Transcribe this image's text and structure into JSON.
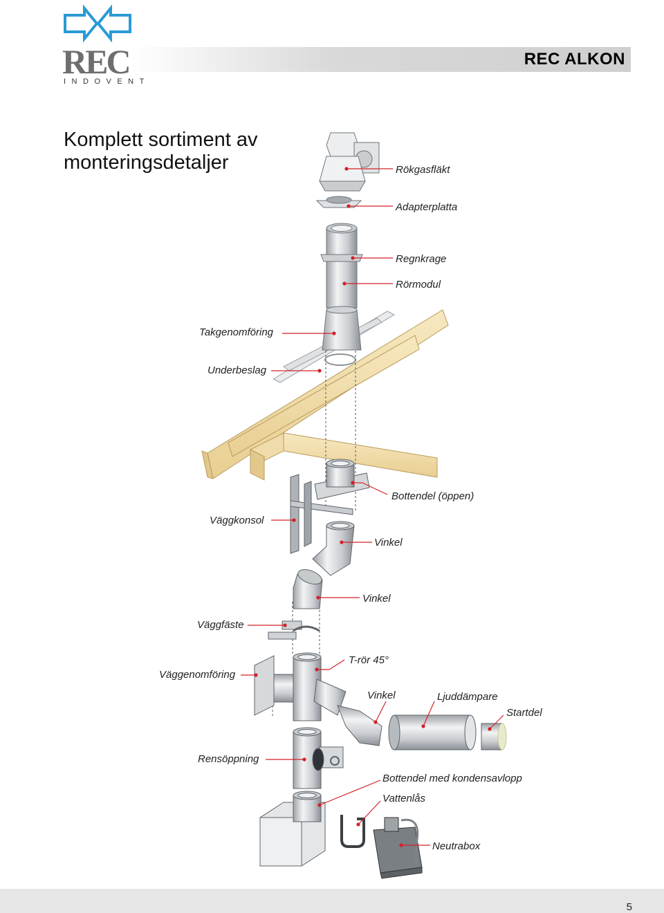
{
  "header": {
    "brand_name": "REC",
    "brand_sub": "INDOVENT",
    "product_name": "REC ALKON"
  },
  "title": {
    "line1": "Komplett sortiment av",
    "line2": "monteringsdetaljer"
  },
  "labels": {
    "rokgasflakt": "Rökgasfläkt",
    "adapterplatta": "Adapterplatta",
    "regnkrage": "Regnkrage",
    "rormodul": "Rörmodul",
    "takgenomforing": "Takgenomföring",
    "underbeslag": "Underbeslag",
    "bottendel_oppen": "Bottendel (öppen)",
    "vaggkonsol": "Väggkonsol",
    "vinkel_1": "Vinkel",
    "vinkel_2": "Vinkel",
    "vaggfaste": "Väggfäste",
    "t_ror": "T-rör 45°",
    "vaggenomforing": "Väggenomföring",
    "vinkel_3": "Vinkel",
    "ljuddampare": "Ljuddämpare",
    "startdel": "Startdel",
    "rensoppning": "Rensöppning",
    "bottendel_kondens": "Bottendel med kondensavlopp",
    "vattenlas": "Vattenlås",
    "neutrabox": "Neutrabox"
  },
  "colors": {
    "logo_blue": "#2a9ad6",
    "leader_red": "#d32027",
    "wood": "#f3dfae",
    "steel": "#d4d6d8",
    "text_dark": "#222222"
  },
  "icons": {
    "logo_mark": "rec-arrows-logo-icon"
  },
  "footer": {
    "page_number": "5"
  }
}
